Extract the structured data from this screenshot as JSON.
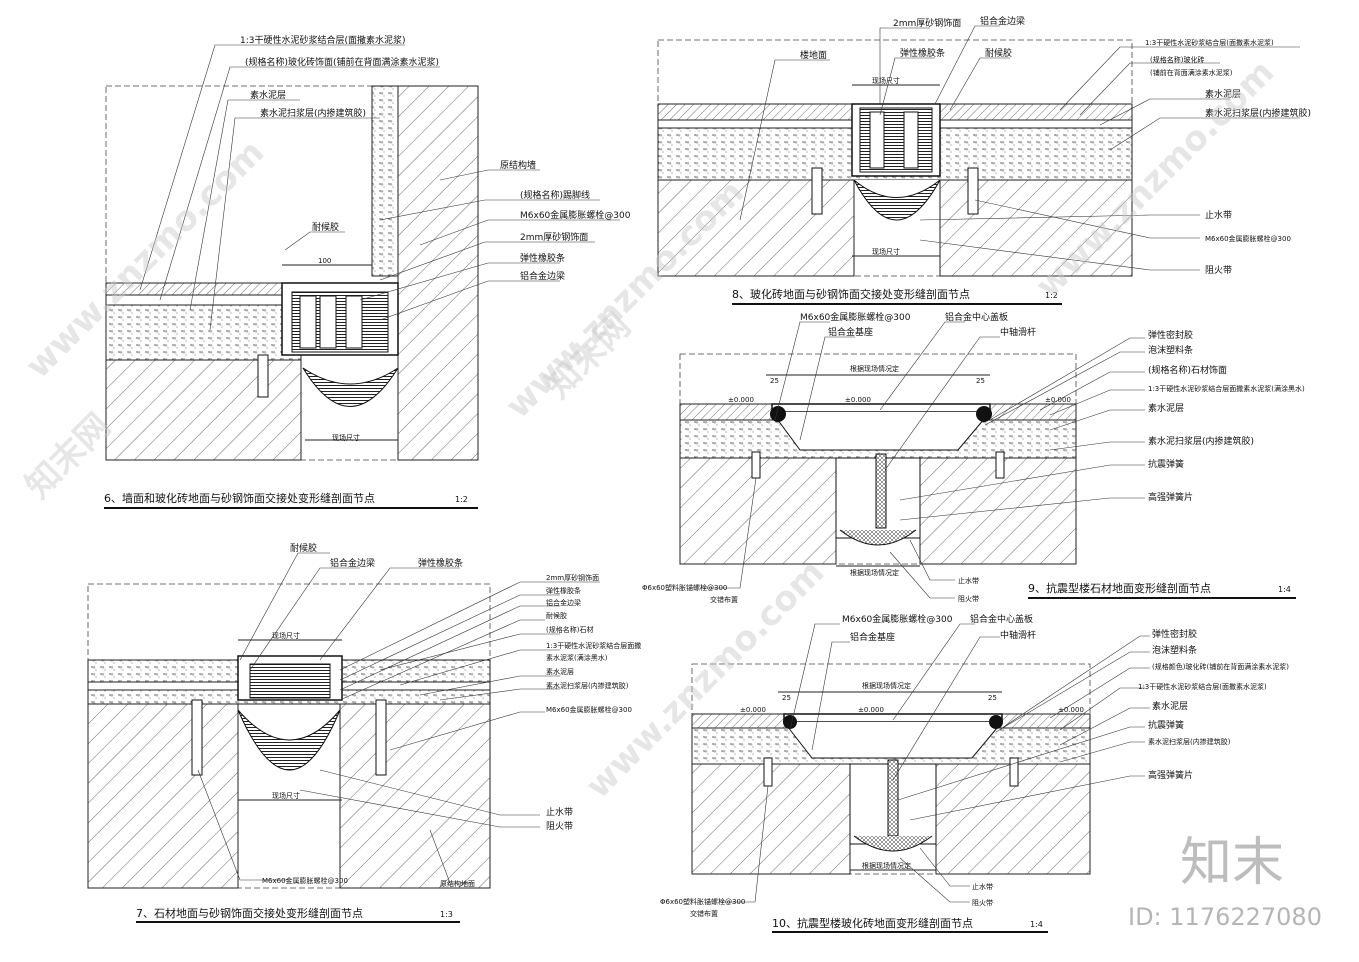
{
  "details": {
    "d6": {
      "title": "6、墙面和玻化砖地面与砂钢饰面交接处变形缝剖面节点",
      "scale": "1:2",
      "labels": [
        "1:3干硬性水泥砂浆结合层(面撒素水泥浆)",
        "(规格名称)玻化砖饰面(铺前在背面满涂素水泥浆)",
        "素水泥层",
        "素水泥扫浆层(内掺建筑胶)",
        "原结构墙",
        "(规格名称)踢脚线",
        "M6x60金属膨胀螺栓@300",
        "2mm厚砂钢饰面",
        "弹性橡胶条",
        "铝合金边梁",
        "耐候胶"
      ],
      "dims": [
        "100",
        "现场尺寸"
      ]
    },
    "d7": {
      "title": "7、石材地面与砂钢饰面交接处变形缝剖面节点",
      "scale": "1:3",
      "labels": [
        "耐候胶",
        "铝合金边梁",
        "弹性橡胶条",
        "2mm厚砂钢饰面",
        "弹性橡胶条",
        "铝合金边梁",
        "耐候胶",
        "(规格名称)石材",
        "1:3干硬性水泥砂浆结合层面撒",
        "素水泥浆(满涂黑水)",
        "素水泥层",
        "素水泥扫浆层(内掺建筑胶)",
        "M6x60金属膨胀螺栓@300",
        "止水带",
        "阻火带",
        "M6x60金属膨胀螺栓@300",
        "原结构地面"
      ],
      "dims": [
        "现场尺寸",
        "现场尺寸"
      ]
    },
    "d8": {
      "title": "8、玻化砖地面与砂钢饰面交接处变形缝剖面节点",
      "scale": "1:2",
      "labels": [
        "2mm厚砂钢饰面",
        "铝合金边梁",
        "楼地面",
        "弹性橡胶条",
        "耐候胶",
        "1:3干硬性水泥砂浆结合层(面撒素水泥浆)",
        "(规格名称)玻化砖",
        "(铺前在背面满涂素水泥浆)",
        "素水泥层",
        "素水泥扫浆层(内掺建筑胶)",
        "止水带",
        "M6x60金属膨胀螺栓@300",
        "阻火带"
      ],
      "dims": [
        "现场尺寸",
        "现场尺寸"
      ]
    },
    "d9": {
      "title": "9、抗震型楼石材地面变形缝剖面节点",
      "scale": "1:4",
      "labels": [
        "M6x60金属膨胀螺栓@300",
        "铝合金中心盖板",
        "铝合金基座",
        "中轴滑杆",
        "弹性密封胶",
        "泡沫塑料条",
        "(规格名称)石材饰面",
        "1:3干硬性水泥砂浆结合层面撒素水泥浆(满涂黑水)",
        "素水泥层",
        "素水泥扫浆层(内掺建筑胶)",
        "抗震弹簧",
        "高强弹簧片",
        "止水带",
        "阻火带",
        "Φ6x60塑料胀锚螺栓@300",
        "交错布置"
      ],
      "dims": [
        "25",
        "根据现场情况定",
        "25",
        "根据现场情况定"
      ],
      "levels": [
        "±0.000",
        "±0.000",
        "±0.000"
      ]
    },
    "d10": {
      "title": "10、抗震型楼玻化砖地面变形缝剖面节点",
      "scale": "1:4",
      "labels": [
        "M6x60金属膨胀螺栓@300",
        "铝合金中心盖板",
        "铝合金基座",
        "中轴滑杆",
        "弹性密封胶",
        "泡沫塑料条",
        "(规格颜色)玻化砖(铺前在背面满涂素水泥浆)",
        "1:3干硬性水泥砂浆结合层(面撒素水泥浆)",
        "素水泥层",
        "抗震弹簧",
        "素水泥扫浆层(内掺建筑胶)",
        "高强弹簧片",
        "止水带",
        "阻火带",
        "Φ6x60塑料胀锚螺栓@300",
        "交错布置"
      ],
      "dims": [
        "25",
        "根据现场情况定",
        "25",
        "根据现场情况定"
      ],
      "levels": [
        "±0.000",
        "±0.000",
        "±0.000"
      ]
    }
  },
  "watermark": {
    "brand": "知末",
    "id_text": "ID: 1176227080",
    "repeat_text": "www.znzmo.com",
    "repeat_text_cn": "知末网"
  }
}
